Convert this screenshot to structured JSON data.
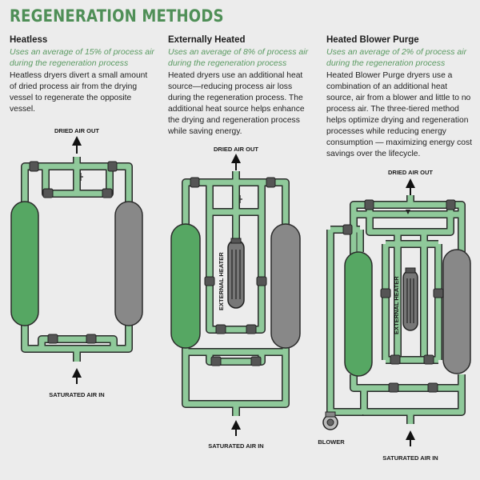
{
  "title": "REGENERATION METHODS",
  "columns": [
    {
      "heading": "Heatless",
      "subtitle": "Uses an average of 15% of process air during the regeneration process",
      "description": "Heatless dryers divert a small amount of dried process air from the drying vessel to regenerate the opposite vessel."
    },
    {
      "heading": "Externally Heated",
      "subtitle": "Uses an average of 8% of process air during the regeneration process",
      "description": "Heated dryers use an additional heat source—reducing process air loss during the regeneration process. The additional heat source helps enhance the drying and regeneration process while saving energy."
    },
    {
      "heading": "Heated Blower Purge",
      "subtitle": "Uses an average of 2% of process air during the regeneration process",
      "description": "Heated Blower Purge dryers use a combination of an additional heat source, air from a blower and little to no process air. The three-tiered method helps optimize drying and regeneration processes while reducing energy consumption — maximizing energy cost savings over the lifecycle."
    }
  ],
  "diagram_labels": {
    "dried_air_out": "DRIED AIR OUT",
    "saturated_air_in": "SATURATED AIR IN",
    "external_heater": "EXTERNAL HEATER",
    "blower": "BLOWER"
  },
  "colors": {
    "title": "#4f8f57",
    "subtitle": "#5a9a62",
    "pipe": "#8fc99a",
    "pipe_outline": "#2b2b2b",
    "active_vessel": "#56a763",
    "regen_vessel": "#888888",
    "background": "#ececec"
  }
}
